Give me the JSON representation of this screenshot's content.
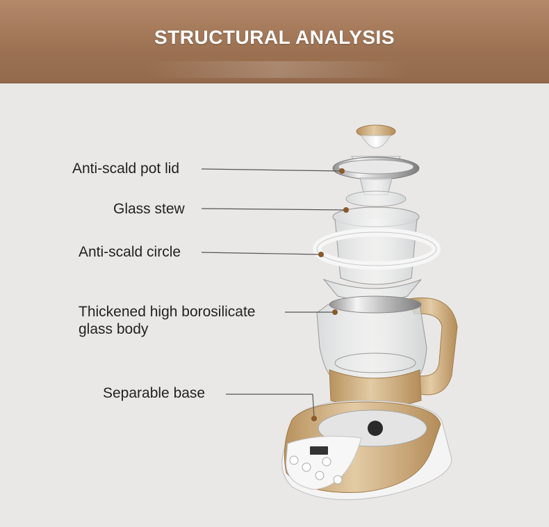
{
  "header": {
    "title": "STRUCTURAL ANALYSIS"
  },
  "labels": {
    "lid": "Anti-scald pot lid",
    "stew": "Glass stew",
    "circle": "Anti-scald circle",
    "body_line1": "Thickened high borosilicate",
    "body_line2": "glass body",
    "base": "Separable base"
  },
  "colors": {
    "header": "#9c7253",
    "gold": "#c9a87a",
    "pointer_dot": "#8b5a2b",
    "background": "#e9e8e6"
  }
}
